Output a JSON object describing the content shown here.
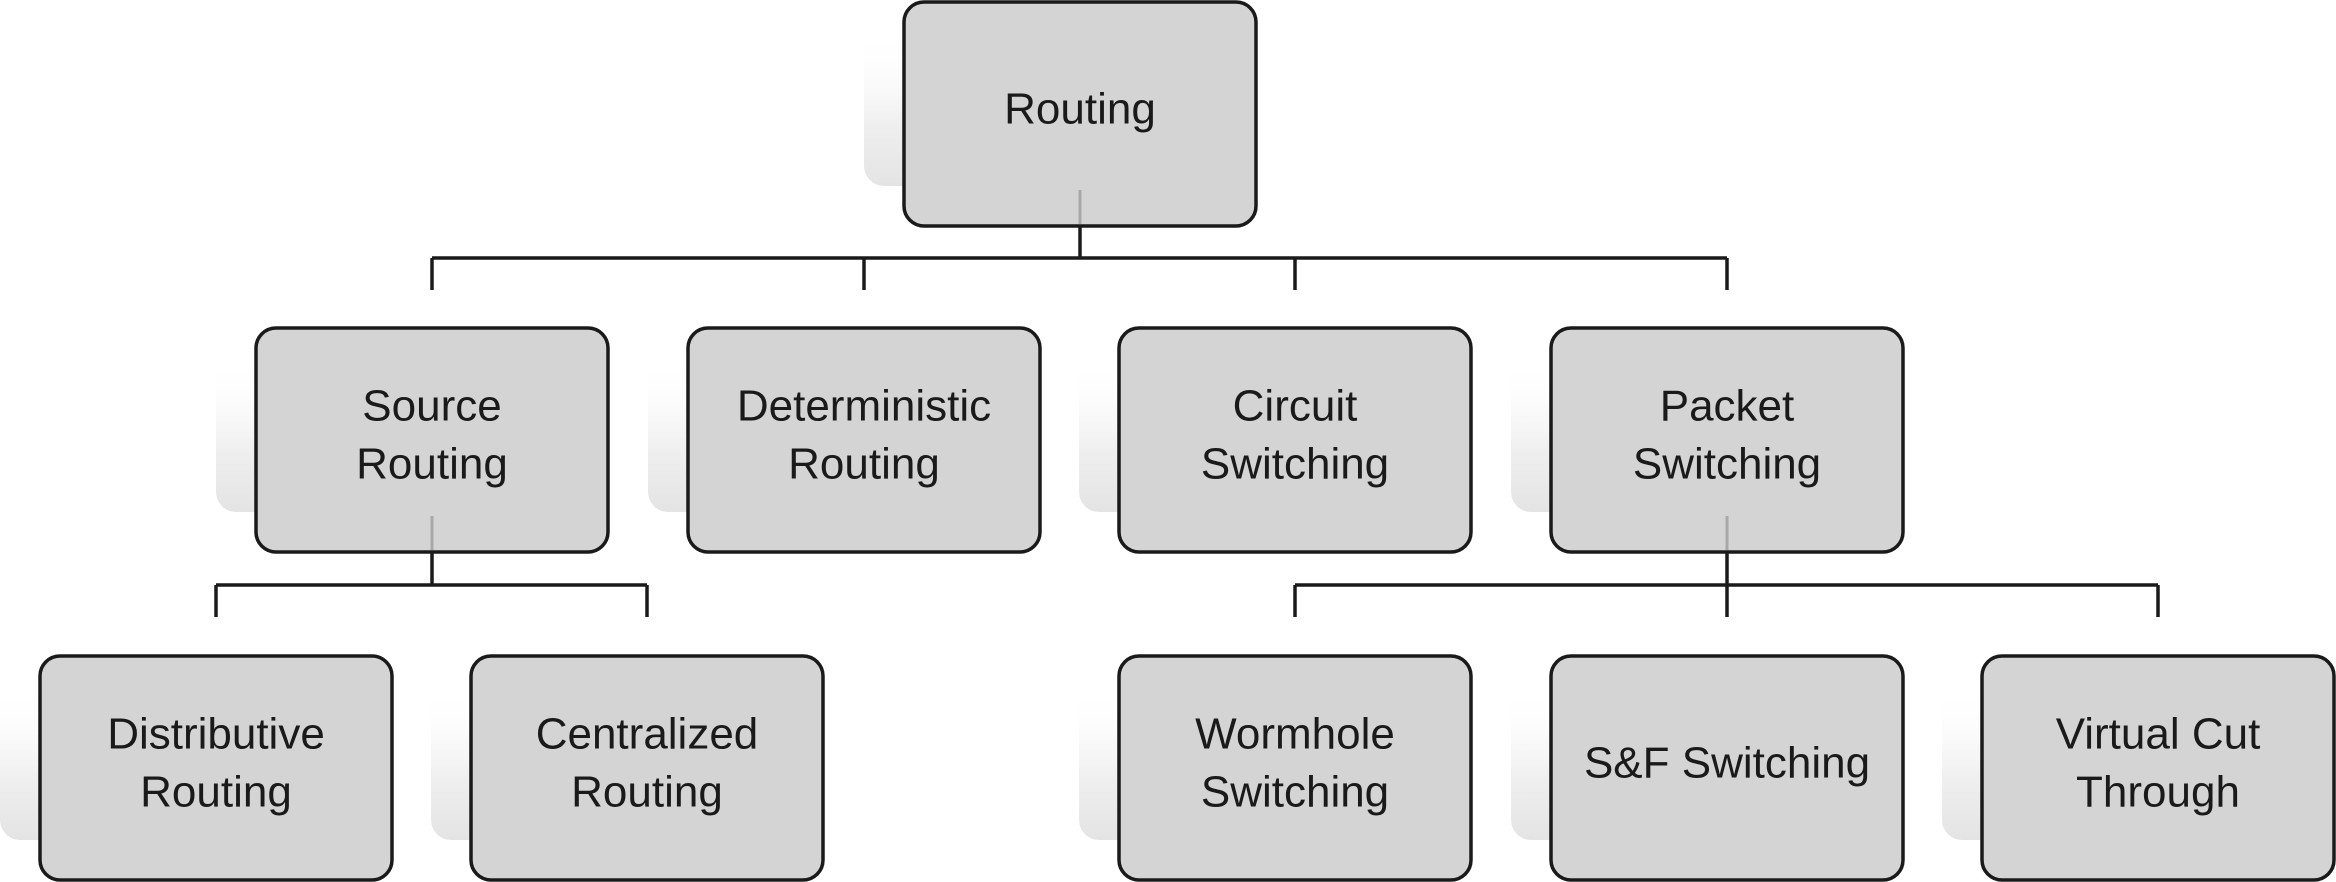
{
  "diagram": {
    "type": "tree",
    "nodes": [
      {
        "id": "routing",
        "lines": [
          "Routing"
        ]
      },
      {
        "id": "source-routing",
        "lines": [
          "Source",
          "Routing"
        ]
      },
      {
        "id": "deterministic-routing",
        "lines": [
          "Deterministic",
          "Routing"
        ]
      },
      {
        "id": "circuit-switching",
        "lines": [
          "Circuit",
          "Switching"
        ]
      },
      {
        "id": "packet-switching",
        "lines": [
          "Packet",
          "Switching"
        ]
      },
      {
        "id": "distributive-routing",
        "lines": [
          "Distributive",
          "Routing"
        ]
      },
      {
        "id": "centralized-routing",
        "lines": [
          "Centralized",
          "Routing"
        ]
      },
      {
        "id": "wormhole-switching",
        "lines": [
          "Wormhole",
          "Switching"
        ]
      },
      {
        "id": "sf-switching",
        "lines": [
          "S&F Switching"
        ]
      },
      {
        "id": "virtual-cut-through",
        "lines": [
          "Virtual Cut",
          "Through"
        ]
      }
    ],
    "edges": [
      {
        "from": "routing",
        "to": [
          "source-routing",
          "deterministic-routing",
          "circuit-switching",
          "packet-switching"
        ]
      },
      {
        "from": "source-routing",
        "to": [
          "distributive-routing",
          "centralized-routing"
        ]
      },
      {
        "from": "packet-switching",
        "to": [
          "wormhole-switching",
          "sf-switching",
          "virtual-cut-through"
        ]
      }
    ]
  }
}
